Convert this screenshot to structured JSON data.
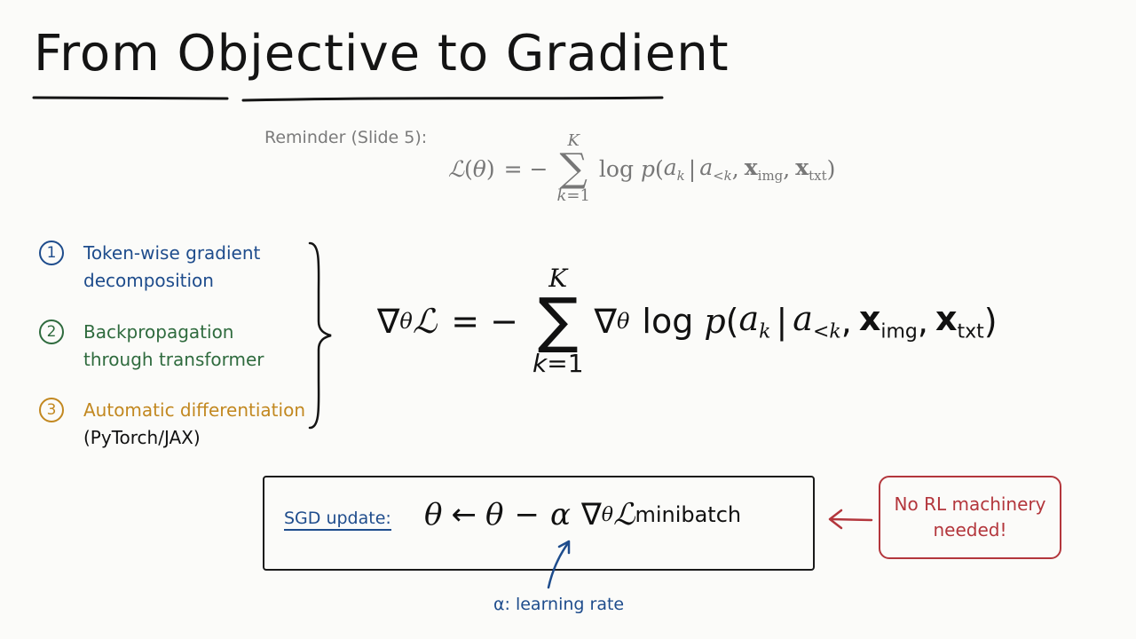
{
  "title": "From Objective to Gradient",
  "reminder": {
    "label": "Reminder (Slide 5):"
  },
  "steps": [
    {
      "number": "1",
      "line1": "Token-wise gradient",
      "line2": "decomposition"
    },
    {
      "number": "2",
      "line1": "Backpropagation",
      "line2": "through transformer"
    },
    {
      "number": "3",
      "line1": "Automatic differentiation",
      "line2": "(PyTorch/JAX)"
    }
  ],
  "sgd": {
    "label": "SGD update:",
    "alpha_note": "α: learning rate"
  },
  "callout": {
    "line1": "No RL machinery",
    "line2": "needed!"
  },
  "colors": {
    "blue": "#1e4c8c",
    "green": "#2f6b3e",
    "gold": "#c28820",
    "red": "#b3363c",
    "gray": "#777777"
  }
}
